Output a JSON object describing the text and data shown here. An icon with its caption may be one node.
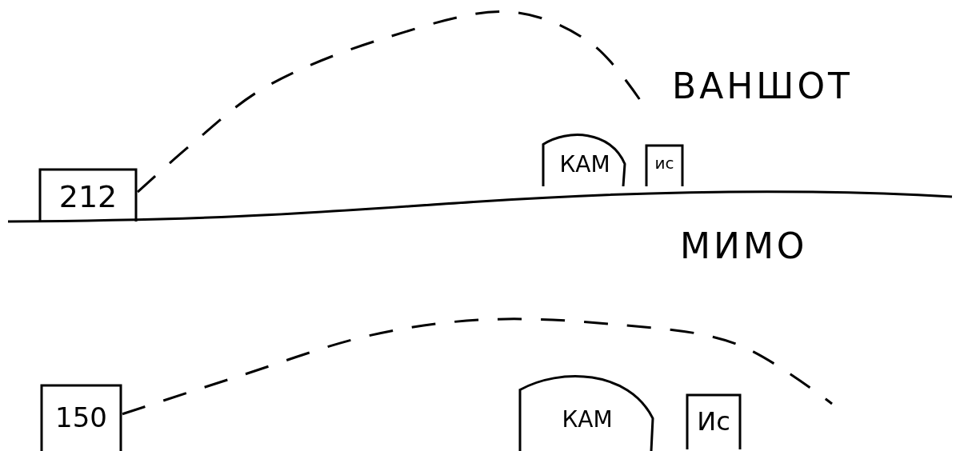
{
  "diagram": {
    "nodes": [
      {
        "text": [
          "212"
        ]
      },
      {
        "text": [
          "КАМ"
        ]
      },
      {
        "text": [
          "ис"
        ]
      },
      {
        "text": [
          "150"
        ]
      },
      {
        "text": [
          "КАМ"
        ]
      },
      {
        "text": [
          "Ис"
        ]
      }
    ],
    "edges": [
      {
        "from": 0,
        "to": null,
        "arrow": "none",
        "style": "dashed"
      },
      {
        "from": 3,
        "to": null,
        "arrow": "none",
        "style": "dashed"
      }
    ],
    "labels": [
      "ВАНШОТ",
      "МИМО"
    ]
  }
}
